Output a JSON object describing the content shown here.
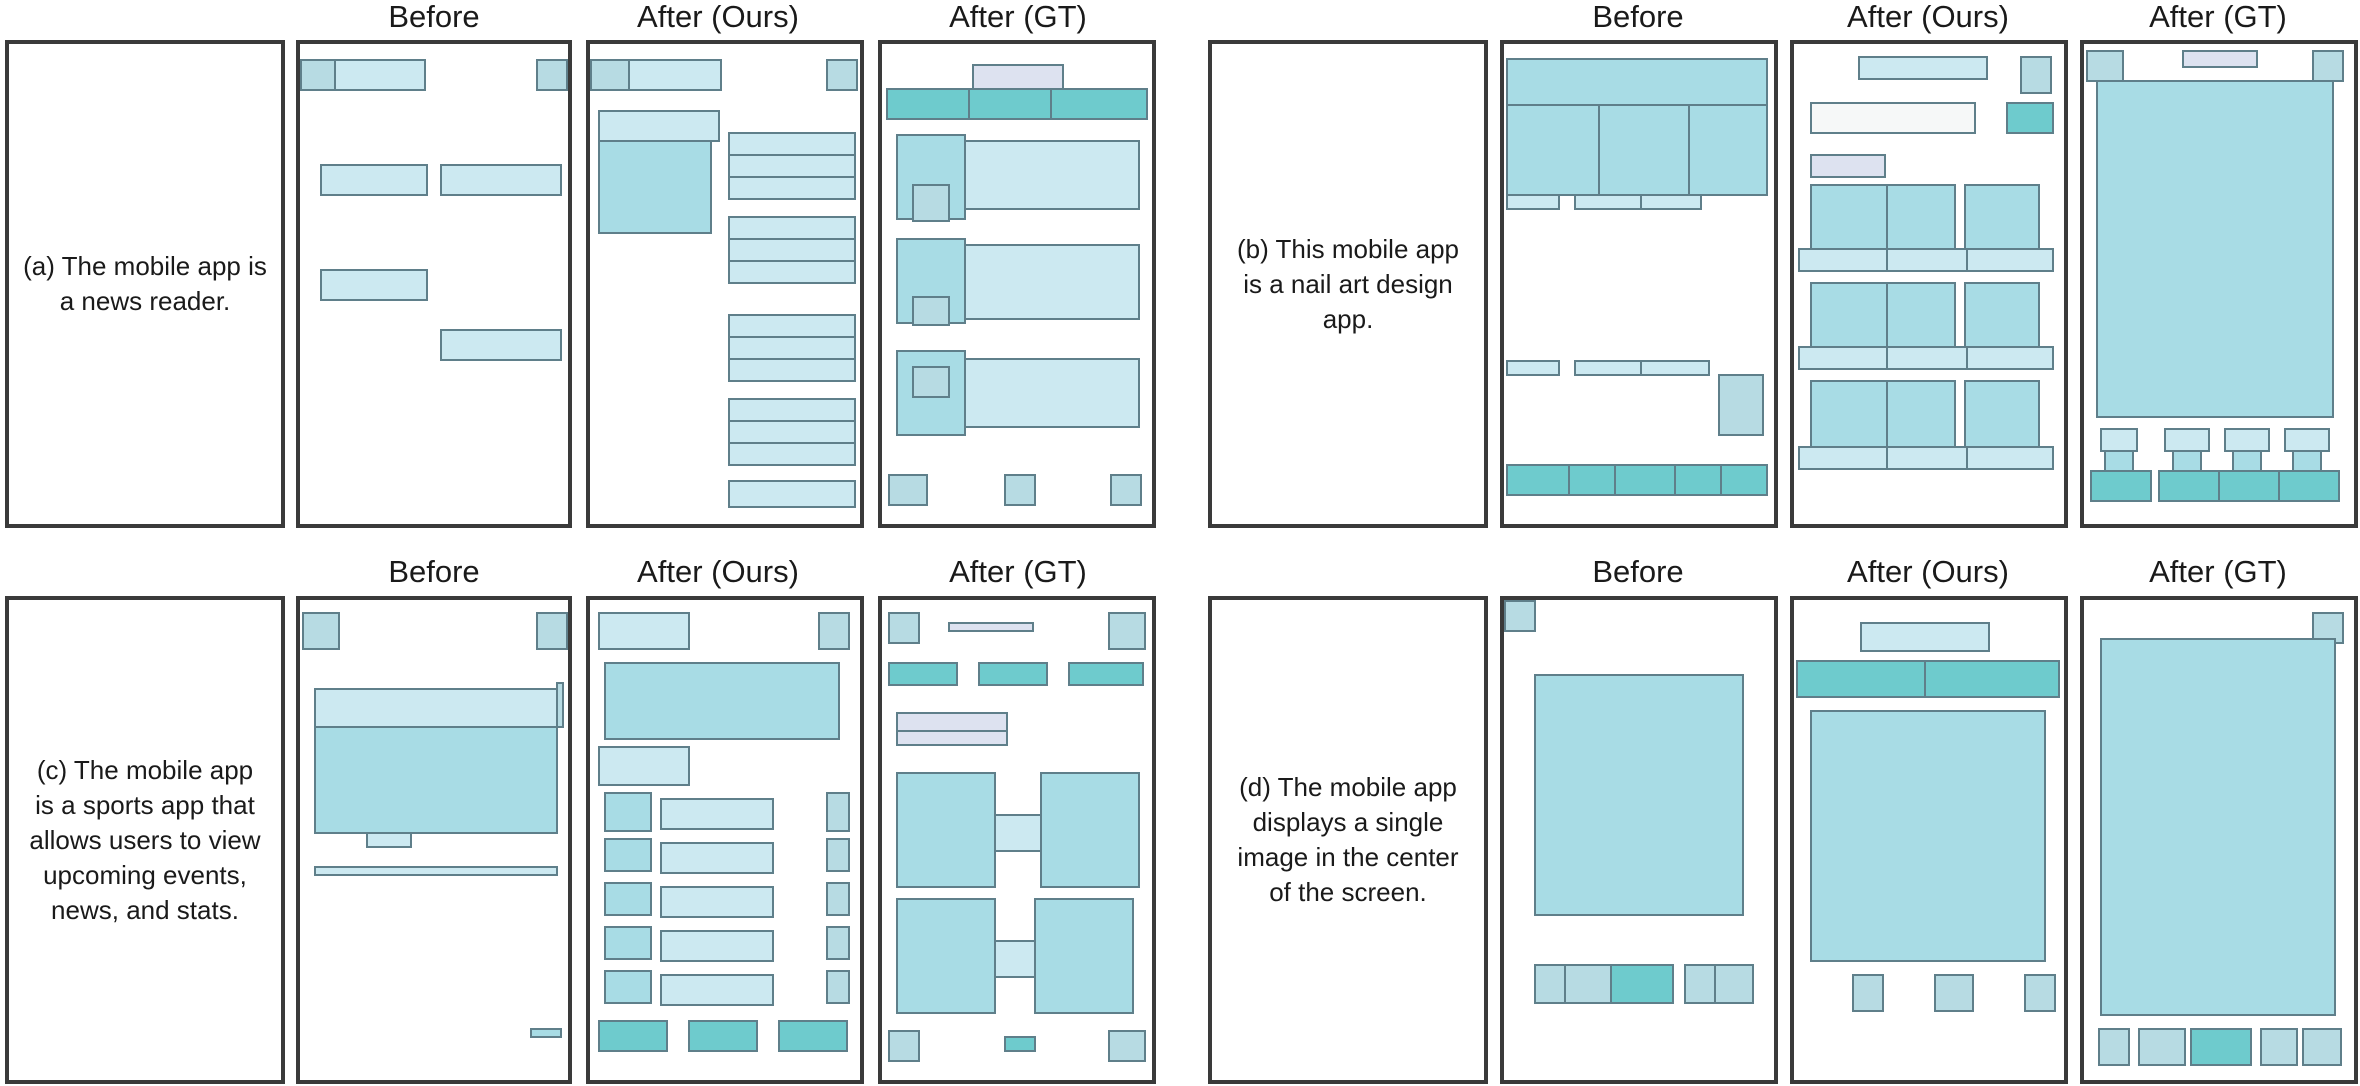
{
  "column_headers": {
    "before": "Before",
    "after_ours": "After (Ours)",
    "after_gt": "After (GT)"
  },
  "examples": [
    {
      "id": "a",
      "description": "(a) The mobile app is\na news reader."
    },
    {
      "id": "b",
      "description": "(b) This mobile app\nis a nail art design\napp."
    },
    {
      "id": "c",
      "description": "(c) The mobile app\nis a sports app that\nallows users to view\nupcoming events,\nnews, and stats."
    },
    {
      "id": "d",
      "description": "(d) The mobile app\ndisplays a single\nimage in the center\nof the screen."
    }
  ],
  "colors": {
    "panel_border": "#3a3a3a",
    "element_border": "#5f7f8a",
    "light_blue": "#cce9f1",
    "mid_blue": "#a8dce5",
    "teal": "#6ecbcd",
    "grayish_blue": "#b7dbe3",
    "lavender": "#dde2f0"
  }
}
